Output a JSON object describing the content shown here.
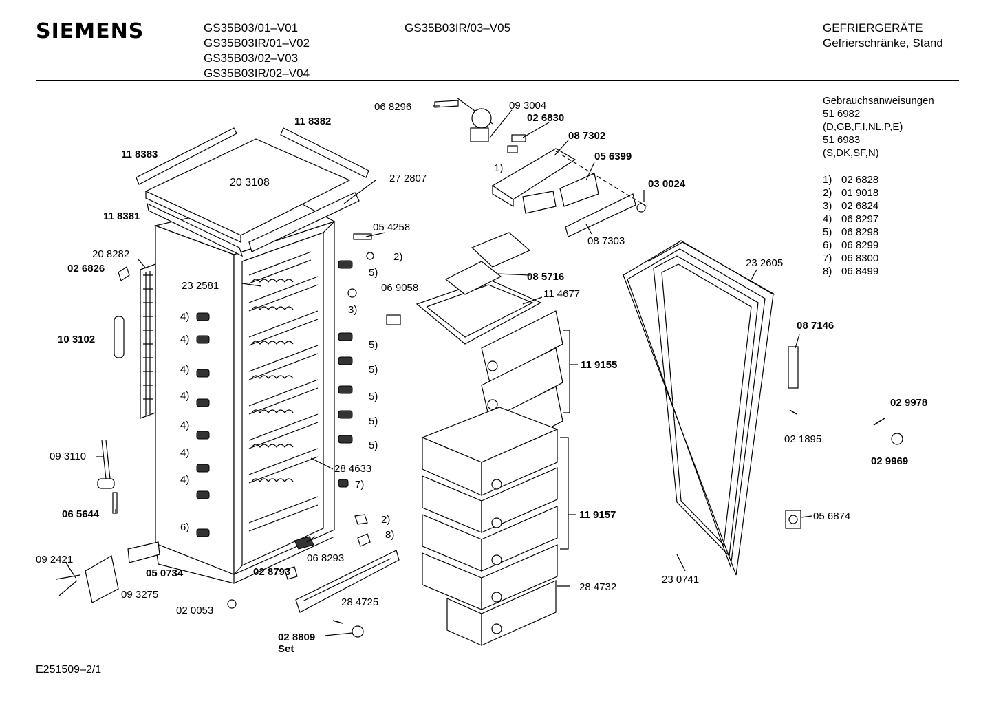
{
  "header": {
    "brand": "SIEMENS",
    "models_col1": [
      "GS35B03/01–V01",
      "GS35B03IR/01–V02",
      "GS35B03/02–V03",
      "GS35B03IR/02–V04"
    ],
    "models_col2": [
      "GS35B03IR/03–V05"
    ],
    "category": "GEFRIERGERÄTE",
    "subcategory": "Gefrierschränke, Stand"
  },
  "manuals": {
    "title": "Gebrauchsanweisungen",
    "lines": [
      "51 6982",
      "(D,GB,F,I,NL,P,E)",
      "51 6983",
      "(S,DK,SF,N)"
    ]
  },
  "legend": [
    {
      "key": "1)",
      "value": "02 6828"
    },
    {
      "key": "2)",
      "value": "01 9018"
    },
    {
      "key": "3)",
      "value": "02 6824"
    },
    {
      "key": "4)",
      "value": "06 8297"
    },
    {
      "key": "5)",
      "value": "06 8298"
    },
    {
      "key": "6)",
      "value": "06 8299"
    },
    {
      "key": "7)",
      "value": "06 8300"
    },
    {
      "key": "8)",
      "value": "06 8499"
    }
  ],
  "callouts": [
    {
      "id": "p068296",
      "text": "06 8296",
      "bold": false
    },
    {
      "id": "p093004",
      "text": "09 3004",
      "bold": false
    },
    {
      "id": "p026830",
      "text": "02 6830",
      "bold": true
    },
    {
      "id": "p087302",
      "text": "08 7302",
      "bold": true
    },
    {
      "id": "p056399",
      "text": "05 6399",
      "bold": true
    },
    {
      "id": "p030024",
      "text": "03 0024",
      "bold": true
    },
    {
      "id": "p087303",
      "text": "08 7303",
      "bold": false
    },
    {
      "id": "p118382",
      "text": "11 8382",
      "bold": true
    },
    {
      "id": "p118383",
      "text": "11 8383",
      "bold": true
    },
    {
      "id": "p203108",
      "text": "20 3108",
      "bold": false
    },
    {
      "id": "p272807",
      "text": "27 2807",
      "bold": false
    },
    {
      "id": "p118381",
      "text": "11 8381",
      "bold": true
    },
    {
      "id": "p054258",
      "text": "05 4258",
      "bold": false
    },
    {
      "id": "p208282",
      "text": "20 8282",
      "bold": false
    },
    {
      "id": "p026826",
      "text": "02 6826",
      "bold": true
    },
    {
      "id": "p232581",
      "text": "23 2581",
      "bold": false
    },
    {
      "id": "p069058",
      "text": "06 9058",
      "bold": false
    },
    {
      "id": "p085716",
      "text": "08 5716",
      "bold": true
    },
    {
      "id": "p114677",
      "text": "11 4677",
      "bold": false
    },
    {
      "id": "p232605",
      "text": "23 2605",
      "bold": false
    },
    {
      "id": "p103102",
      "text": "10 3102",
      "bold": true
    },
    {
      "id": "p119155",
      "text": "11 9155",
      "bold": true
    },
    {
      "id": "p087146",
      "text": "08 7146",
      "bold": true
    },
    {
      "id": "p029978",
      "text": "02 9978",
      "bold": true
    },
    {
      "id": "p021895",
      "text": "02 1895",
      "bold": false
    },
    {
      "id": "p029969",
      "text": "02 9969",
      "bold": true
    },
    {
      "id": "p093110",
      "text": "09 3110",
      "bold": false
    },
    {
      "id": "p284633",
      "text": "28 4633",
      "bold": false
    },
    {
      "id": "p065644",
      "text": "06 5644",
      "bold": true
    },
    {
      "id": "p119157",
      "text": "11 9157",
      "bold": true
    },
    {
      "id": "p056874",
      "text": "05 6874",
      "bold": false
    },
    {
      "id": "p092421",
      "text": "09 2421",
      "bold": false
    },
    {
      "id": "p050734",
      "text": "05 0734",
      "bold": true
    },
    {
      "id": "p028793",
      "text": "02 8793",
      "bold": true
    },
    {
      "id": "p068293",
      "text": "06 8293",
      "bold": false
    },
    {
      "id": "p093275",
      "text": "09 3275",
      "bold": false
    },
    {
      "id": "p020053",
      "text": "02 0053",
      "bold": false
    },
    {
      "id": "p284725",
      "text": "28 4725",
      "bold": false
    },
    {
      "id": "p284732",
      "text": "28 4732",
      "bold": false
    },
    {
      "id": "p230741",
      "text": "23 0741",
      "bold": false
    },
    {
      "id": "p028809",
      "text": "02 8809",
      "bold": true
    },
    {
      "id": "pset",
      "text": "Set",
      "bold": true
    }
  ],
  "refmarks": {
    "r1": "1)",
    "r2a": "2)",
    "r2b": "2)",
    "r3": "3)",
    "r4": "4)",
    "r5": "5)",
    "r6": "6)",
    "r7": "7)",
    "r8": "8)"
  },
  "footer": {
    "code": "E251509–2/1"
  }
}
